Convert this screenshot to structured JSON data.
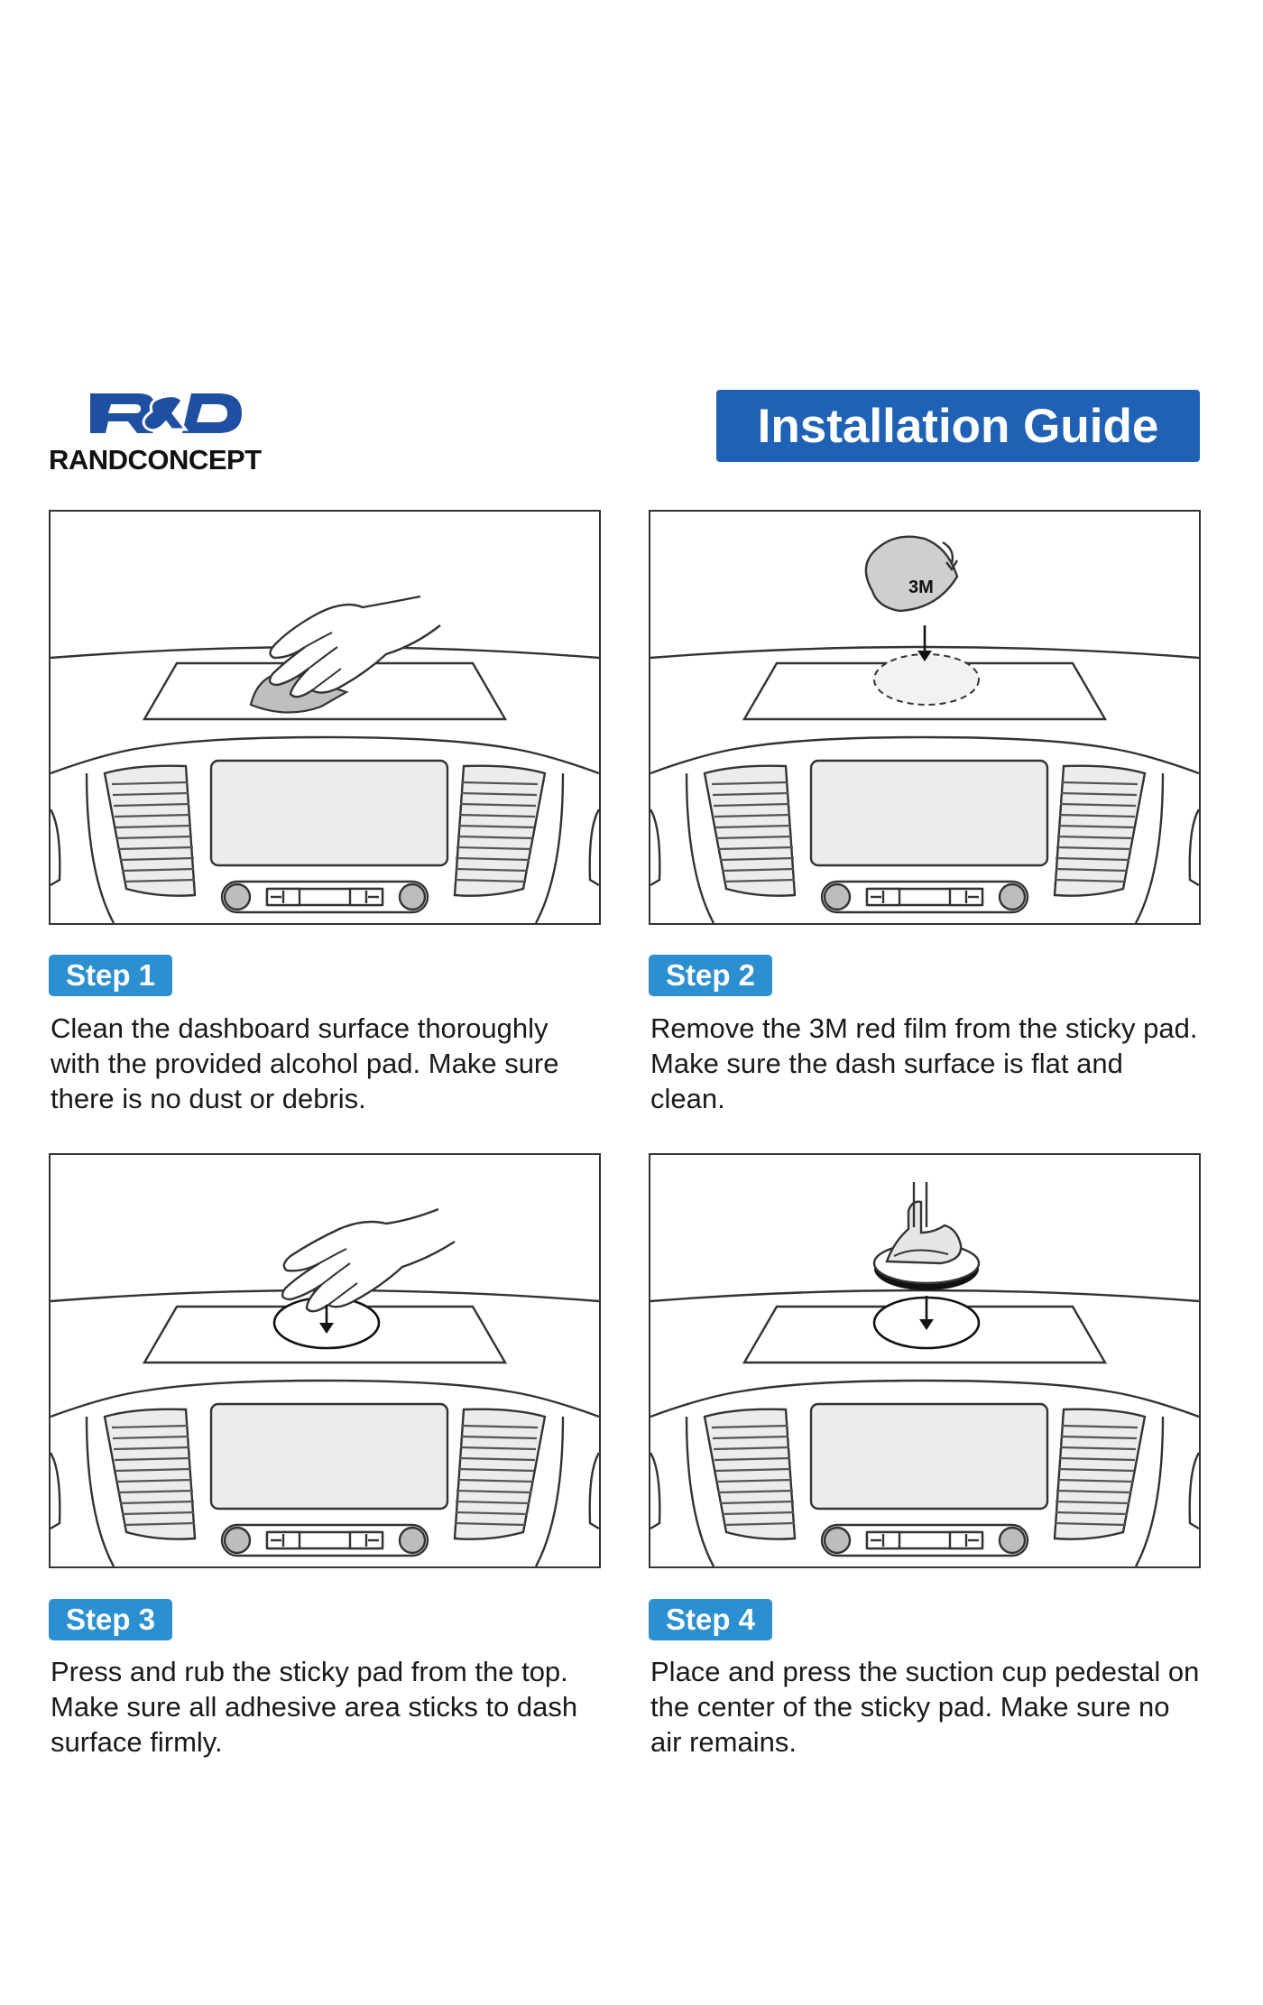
{
  "brand": {
    "logo_mark": "R&D",
    "name": "RANDCONCEPT",
    "mark_color": "#1f4fa0"
  },
  "header": {
    "title": "Installation Guide",
    "accent": "#1f62b5"
  },
  "steps": [
    {
      "badge": "Step 1",
      "text": "Clean the dashboard surface thoroughly with the provided alcohol pad. Make sure there is no dust or debris.",
      "illustration": "hand-wiping-dashboard"
    },
    {
      "badge": "Step 2",
      "text": "Remove the 3M red film from the sticky pad. Make sure the dash surface is flat and clean.",
      "illustration": "sticky-pad-film-removal",
      "pad_label": "3M"
    },
    {
      "badge": "Step 3",
      "text": "Press and rub the sticky pad from the top. Make sure all adhesive area sticks to dash surface firmly.",
      "illustration": "hand-pressing-pad"
    },
    {
      "badge": "Step 4",
      "text": "Place and press the suction cup pedestal on the center of the sticky pad. Make sure no air remains.",
      "illustration": "suction-cup-on-pad"
    }
  ],
  "colors": {
    "badge": "#2b8fd0",
    "line": "#333333"
  }
}
